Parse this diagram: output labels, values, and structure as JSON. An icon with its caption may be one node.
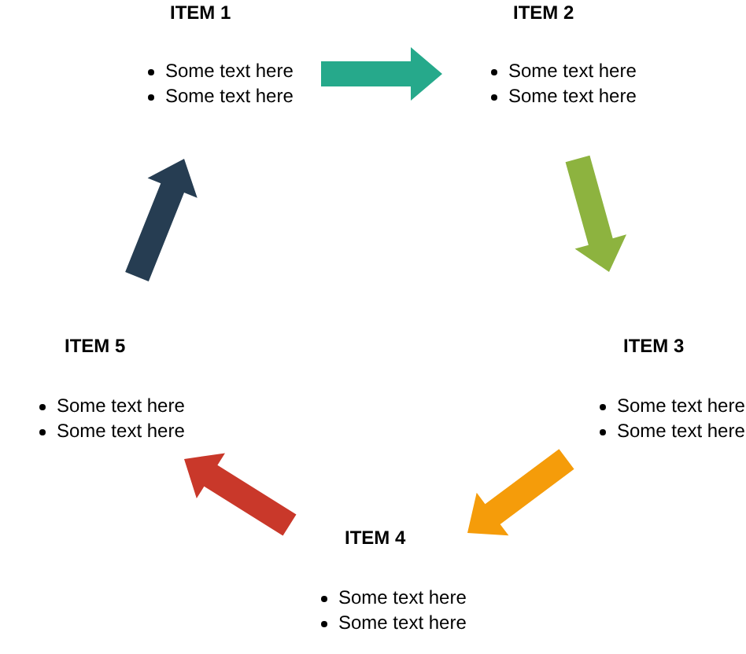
{
  "diagram": {
    "nodes": [
      {
        "text": [
          "ITEM 1",
          "Some text here",
          "Some text here"
        ]
      },
      {
        "text": [
          "ITEM 2",
          "Some text here",
          "Some text here"
        ]
      },
      {
        "text": [
          "ITEM 3",
          "Some text here",
          "Some text here"
        ]
      },
      {
        "text": [
          "ITEM 4",
          "Some text here",
          "Some text here"
        ]
      },
      {
        "text": [
          "ITEM 5",
          "Some text here",
          "Some text here"
        ]
      }
    ],
    "edges": [
      {
        "from": 0,
        "to": 1,
        "arrow": "to",
        "color": "#26a98b"
      },
      {
        "from": 1,
        "to": 2,
        "arrow": "to",
        "color": "#8db33f"
      },
      {
        "from": 2,
        "to": 3,
        "arrow": "to",
        "color": "#f59c0a"
      },
      {
        "from": 3,
        "to": 4,
        "arrow": "to",
        "color": "#c9382a"
      },
      {
        "from": 4,
        "to": 0,
        "arrow": "to",
        "color": "#263d52"
      }
    ]
  }
}
